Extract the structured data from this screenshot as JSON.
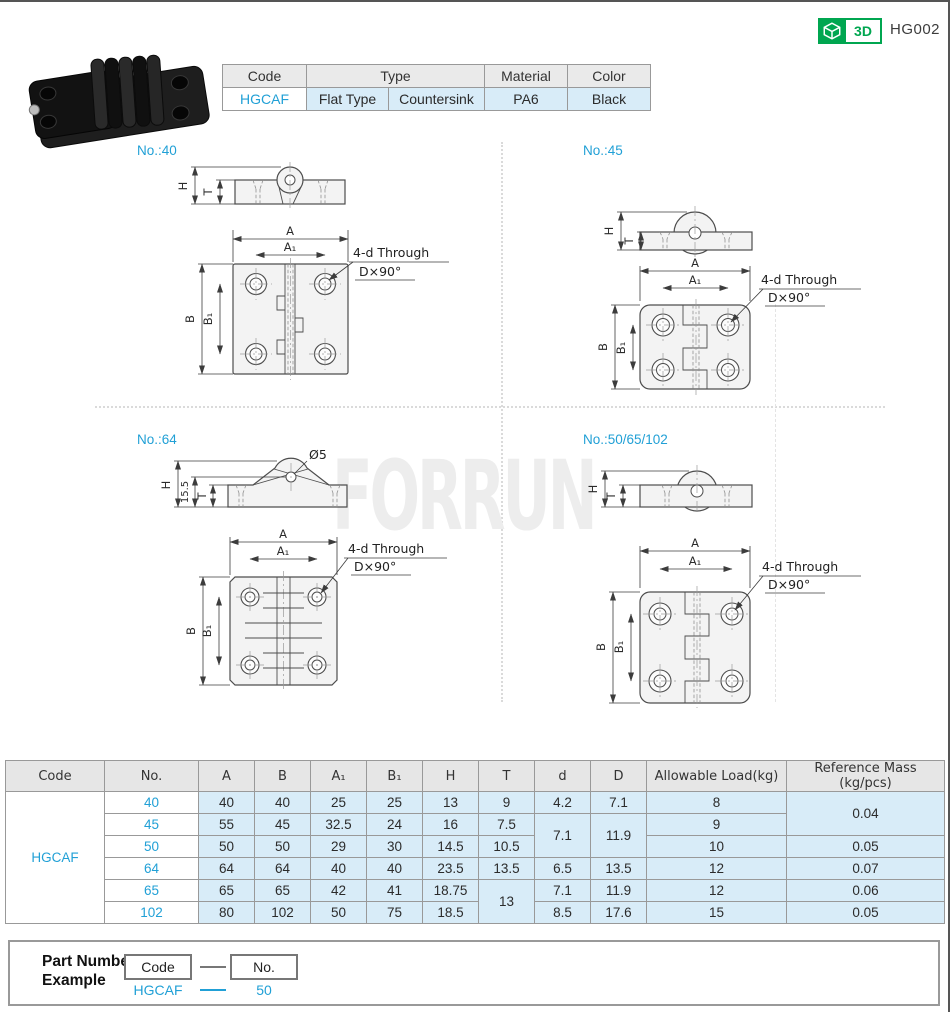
{
  "page": {
    "code": "HG002",
    "badge_3d": "3D"
  },
  "info_table": {
    "headers": {
      "code": "Code",
      "type": "Type",
      "material": "Material",
      "color": "Color"
    },
    "values": {
      "code": "HGCAF",
      "type_flat": "Flat Type",
      "type_countersink": "Countersink",
      "material": "PA6",
      "color": "Black"
    }
  },
  "drawings": {
    "watermark": "FORRUN",
    "sections": [
      {
        "label": "No.:40"
      },
      {
        "label": "No.:45"
      },
      {
        "label": "No.:64"
      },
      {
        "label": "No.:50/65/102"
      }
    ],
    "dims": {
      "H": "H",
      "T": "T",
      "A": "A",
      "A1": "A₁",
      "B": "B",
      "B1": "B₁",
      "through": "4-d Through",
      "countersink_angle": "D×90°",
      "pin_dia": "Ø5",
      "knuckle_height": "15.5"
    }
  },
  "spec_table": {
    "headers": [
      "Code",
      "No.",
      "A",
      "B",
      "A₁",
      "B₁",
      "H",
      "T",
      "d",
      "D",
      "Allowable Load(kg)",
      "Reference Mass (kg/pcs)"
    ],
    "code": "HGCAF",
    "rows": [
      {
        "no": "40",
        "A": "40",
        "B": "40",
        "A1": "25",
        "B1": "25",
        "H": "13",
        "T": "9",
        "d": "4.2",
        "D": "7.1",
        "load": "8",
        "mass": "0.04"
      },
      {
        "no": "45",
        "A": "55",
        "B": "45",
        "A1": "32.5",
        "B1": "24",
        "H": "16",
        "T": "7.5",
        "d": "7.1",
        "D": "11.9",
        "load": "9"
      },
      {
        "no": "50",
        "A": "50",
        "B": "50",
        "A1": "29",
        "B1": "30",
        "H": "14.5",
        "T": "10.5",
        "load": "10",
        "mass": "0.05"
      },
      {
        "no": "64",
        "A": "64",
        "B": "64",
        "A1": "40",
        "B1": "40",
        "H": "23.5",
        "T": "13.5",
        "d": "6.5",
        "D": "13.5",
        "load": "12",
        "mass": "0.07"
      },
      {
        "no": "65",
        "A": "65",
        "B": "65",
        "A1": "42",
        "B1": "41",
        "H": "18.75",
        "T": "13",
        "d": "7.1",
        "D": "11.9",
        "load": "12",
        "mass": "0.06"
      },
      {
        "no": "102",
        "A": "80",
        "B": "102",
        "A1": "50",
        "B1": "75",
        "H": "18.5",
        "d": "8.5",
        "D": "17.6",
        "load": "15",
        "mass": "0.05"
      }
    ]
  },
  "part_number_example": {
    "title_line1": "Part Number",
    "title_line2": "Example",
    "code_label": "Code",
    "no_label": "No.",
    "example_code": "HGCAF",
    "example_no": "50"
  },
  "colors": {
    "accent_blue": "#21a0d6",
    "cell_blue": "#d8ecf8",
    "badge_green": "#00a650",
    "header_gray": "#e6e6e6"
  }
}
